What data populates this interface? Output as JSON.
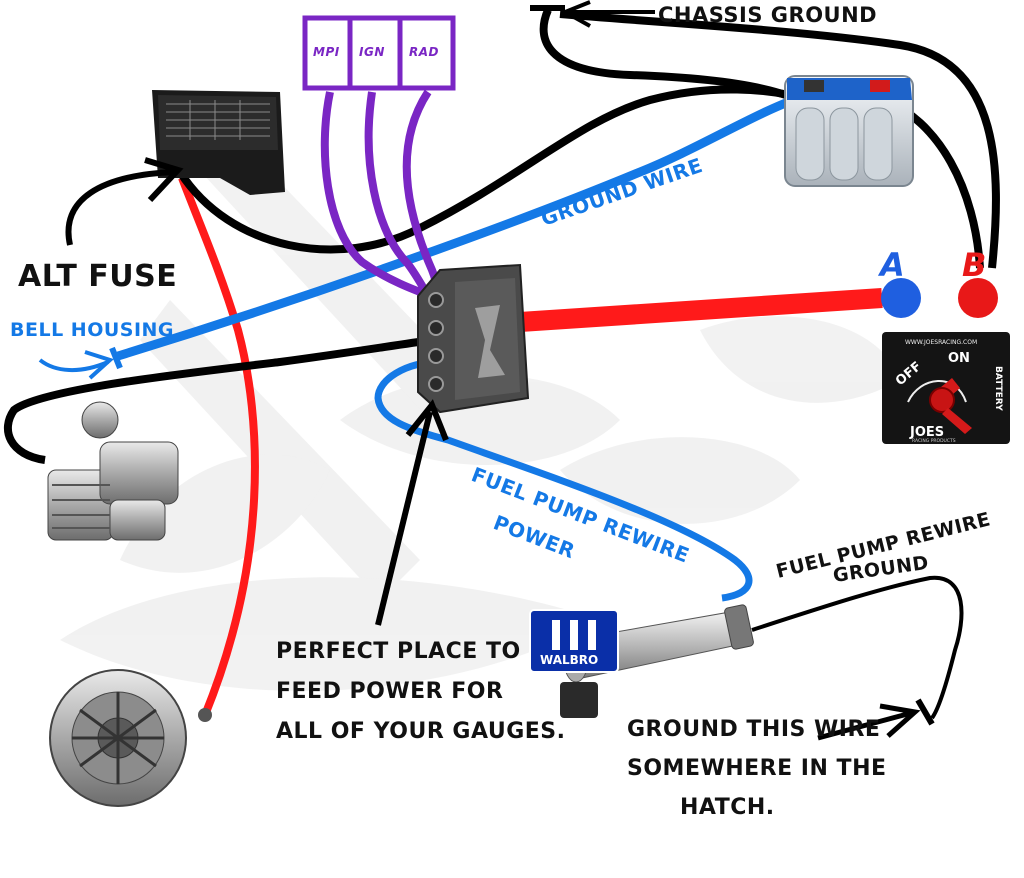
{
  "labels": {
    "chassis_ground": "CHASSIS GROUND",
    "alt_fuse": "ALT FUSE",
    "bell_housing": "BELL HOUSING",
    "ground_wire": "GROUND WIRE",
    "fuel_pump_power_1": "FUEL PUMP REWIRE",
    "fuel_pump_power_2": "POWER",
    "fuel_pump_ground_1": "FUEL PUMP REWIRE",
    "fuel_pump_ground_2": "GROUND",
    "perfect_place_1": "PERFECT PLACE TO",
    "perfect_place_2": "FEED POWER FOR",
    "perfect_place_3": "ALL OF YOUR GAUGES.",
    "ground_hatch_1": "GROUND THIS WIRE",
    "ground_hatch_2": "SOMEWHERE IN THE",
    "ground_hatch_3": "HATCH."
  },
  "fuse_tags": [
    "MPI",
    "IGN",
    "RAD"
  ],
  "terminals": {
    "a": "A",
    "b": "B"
  },
  "switch_panel": {
    "url": "WWW.JOESRACING.COM",
    "off": "OFF",
    "on": "ON",
    "battery": "BATTERY",
    "brand": "JOES",
    "brand_sub": "RACING PRODUCTS"
  },
  "pump_brand": "WALBRO",
  "colors": {
    "power_wire": "#ff1a1a",
    "ground_wire": "#1479e6",
    "fuse_tag": "#7a26c4",
    "black_wire": "#000000",
    "terminal_a": "#1f5fe0",
    "terminal_b": "#e81818"
  }
}
